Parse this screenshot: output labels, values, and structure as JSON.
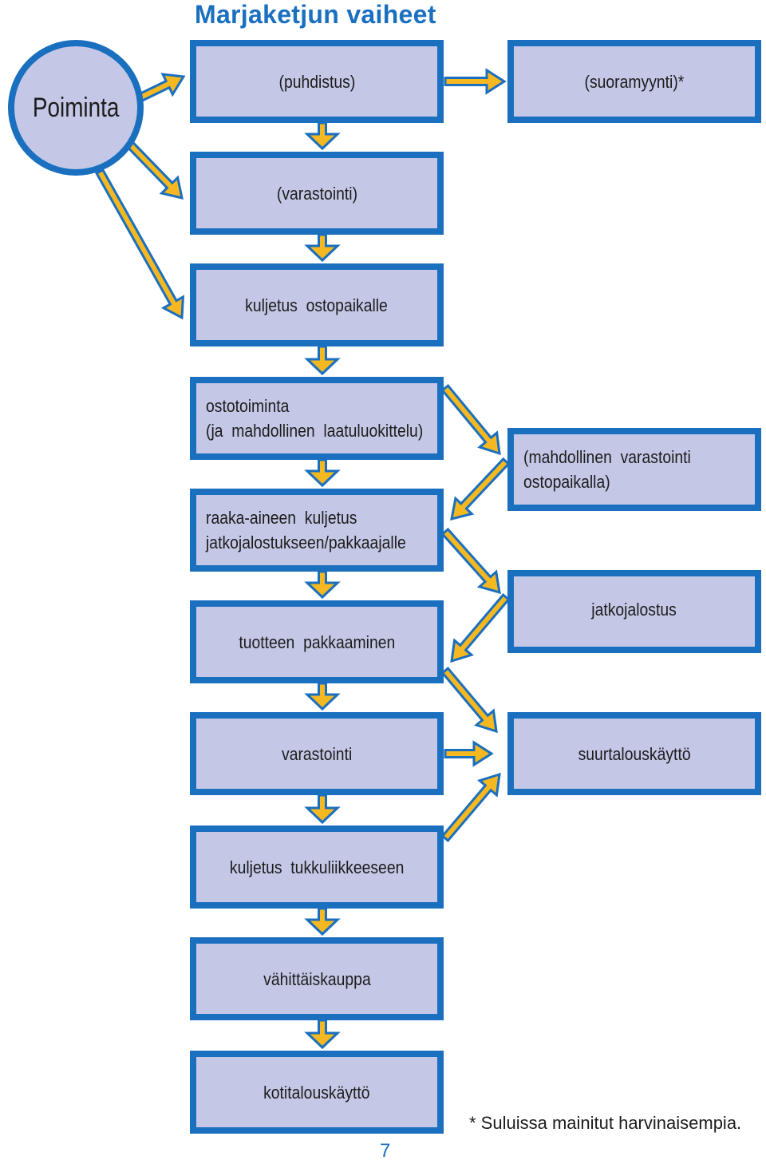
{
  "title": "Marjaketjun vaiheet",
  "start_node": "Poiminta",
  "steps": {
    "puhdistus": "(puhdistus)",
    "suoramyynti": "(suoramyynti)*",
    "varastointi_1": "(varastointi)",
    "kuljetus_ostopaikalle": "kuljetus  ostopaikalle",
    "ostotoiminta": "ostotoiminta\n(ja  mahdollinen  laatuluokittelu)",
    "mahdollinen_varastointi": "(mahdollinen  varastointi\nostopaikalla)",
    "raaka_aineen_kuljetus": "raaka-aineen  kuljetus\njatkojalostukseen/pakkaajalle",
    "jatkojalostus": "jatkojalostus",
    "tuotteen_pakkaaminen": "tuotteen  pakkaaminen",
    "varastointi_2": "varastointi",
    "suurtalouskaytto": "suurtalouskäyttö",
    "kuljetus_tukkuliikkeeseen": "kuljetus  tukkuliikkeeseen",
    "vahittaiskauppa": "vähittäiskauppa",
    "kotitalouskaytto": "kotitalouskäyttö"
  },
  "footnote": "* Suluissa mainitut harvinaisempia.",
  "page_number": "7",
  "colors": {
    "box_fill": "#c4c8e6",
    "border": "#1a6fbf",
    "arrow_fill": "#f5b820",
    "arrow_outline": "#1a6fbf",
    "title": "#1a6fbf"
  }
}
